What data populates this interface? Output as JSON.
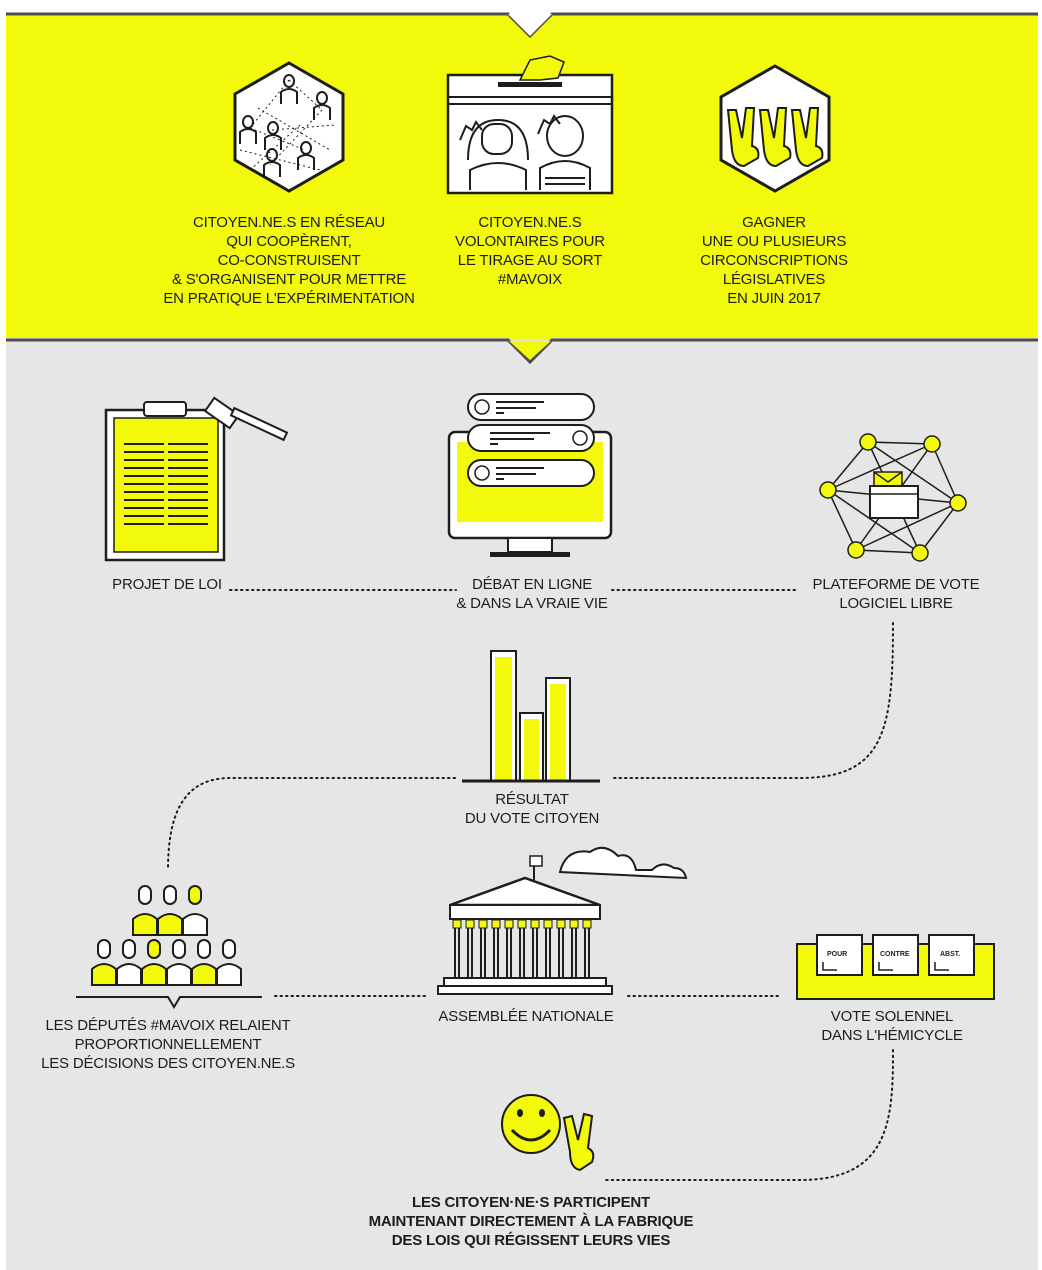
{
  "colors": {
    "accent_yellow": "#f2f90a",
    "bg_grey": "#e6e6e6",
    "ink": "#1d1d1b",
    "divider_grey": "#4d4d4d"
  },
  "top_section": {
    "items": [
      {
        "icon": "citizen-network-icon",
        "lines": [
          "CITOYEN.NE.S EN RÉSEAU",
          "QUI COOPÈRENT,",
          "CO-CONSTRUISENT",
          "& S'ORGANISENT POUR METTRE",
          "EN PRATIQUE L'EXPÉRIMENTATION"
        ]
      },
      {
        "icon": "ballot-box-icon",
        "lines": [
          "CITOYEN.NE.S",
          "VOLONTAIRES POUR",
          "LE TIRAGE AU SORT",
          "#MAVOIX"
        ]
      },
      {
        "icon": "victory-hands-icon",
        "lines": [
          "GAGNER",
          "UNE OU PLUSIEURS",
          "CIRCONSCRIPTIONS",
          "LÉGISLATIVES",
          "EN JUIN 2017"
        ]
      }
    ]
  },
  "flow": {
    "projet": {
      "icon": "clipboard-gavel-icon",
      "lines": [
        "PROJET DE LOI"
      ]
    },
    "debat": {
      "icon": "monitor-chat-icon",
      "lines": [
        "DÉBAT EN LIGNE",
        "& DANS LA VRAIE VIE"
      ]
    },
    "plateforme": {
      "icon": "vote-network-icon",
      "lines": [
        "PLATEFORME DE VOTE",
        "LOGICIEL LIBRE"
      ]
    },
    "resultat": {
      "icon": "bar-chart-icon",
      "lines": [
        "RÉSULTAT",
        "DU VOTE CITOYEN"
      ]
    },
    "deputes": {
      "icon": "deputies-group-icon",
      "lines": [
        "LES DÉPUTÉS #MAVOIX RELAIENT",
        "PROPORTIONNELLEMENT",
        "LES DÉCISIONS DES CITOYEN.NE.S"
      ]
    },
    "assemblee": {
      "icon": "assembly-building-icon",
      "lines": [
        "ASSEMBLÉE NATIONALE"
      ]
    },
    "vote": {
      "icon": "ballot-boxes-icon",
      "lines": [
        "VOTE SOLENNEL",
        "DANS L'HÉMICYCLE"
      ],
      "options": [
        "POUR",
        "CONTRE",
        "ABST."
      ]
    },
    "final": {
      "icon": "smiley-victory-icon",
      "lines": [
        "LES CITOYEN·NE·S PARTICIPENT",
        "MAINTENANT DIRECTEMENT À LA FABRIQUE",
        "DES LOIS QUI RÉGISSENT LEURS VIES"
      ]
    }
  }
}
